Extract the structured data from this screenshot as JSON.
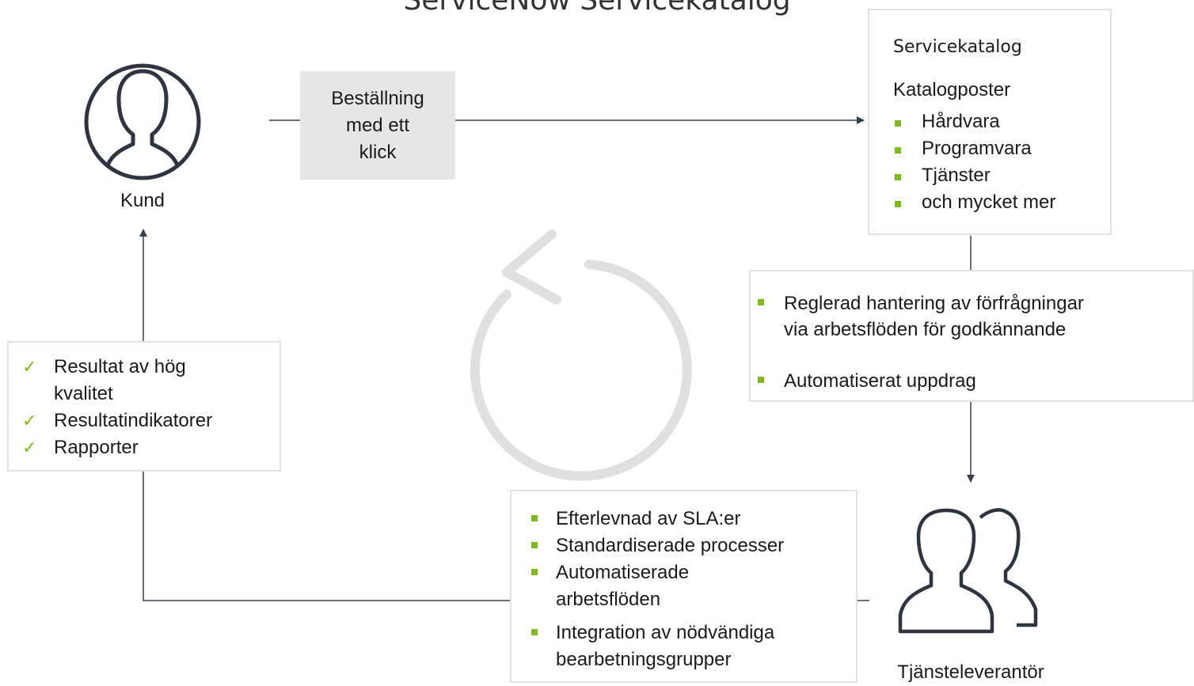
{
  "diagram": {
    "title": "ServiceNow Servicekatalog",
    "order_box": {
      "line1": "Beställning",
      "line2": "med ett",
      "line3": "klick"
    },
    "customer": {
      "label": "Kund",
      "icon": "user-icon"
    },
    "provider": {
      "label": "Tjänsteleverantör",
      "icon": "users-icon"
    },
    "catalog_box": {
      "heading": "Servicekatalog",
      "subheading": "Katalogposter",
      "items": [
        "Hårdvara",
        "Programvara",
        "Tjänster",
        "och mycket mer"
      ]
    },
    "request_box": {
      "items": [
        {
          "line1": "Reglerad hantering av förfrågningar",
          "line2": "via arbetsflöden för godkännande"
        },
        {
          "line1": "Automatiserat uppdrag",
          "line2": ""
        }
      ]
    },
    "delivery_box": {
      "items": [
        {
          "line1": "Efterlevnad av SLA:er",
          "line2": ""
        },
        {
          "line1": "Standardiserade processer",
          "line2": ""
        },
        {
          "line1": "Automatiserade",
          "line2": "arbetsflöden"
        },
        {
          "line1": "Integration av nödvändiga",
          "line2": "bearbetningsgrupper"
        }
      ]
    },
    "results_box": {
      "items": [
        {
          "line1": "Resultat av hög",
          "line2": "kvalitet"
        },
        {
          "line1": "Resultatindikatorer",
          "line2": ""
        },
        {
          "line1": "Rapporter",
          "line2": ""
        }
      ]
    },
    "colors": {
      "accent": "#81b822",
      "line": "#3a3f4b",
      "box_border": "#e2e2e2",
      "order_fill": "#e6e6e6",
      "cycle_icon": "#e0e0e0"
    },
    "center_icon": "cycle-arrow-icon"
  }
}
